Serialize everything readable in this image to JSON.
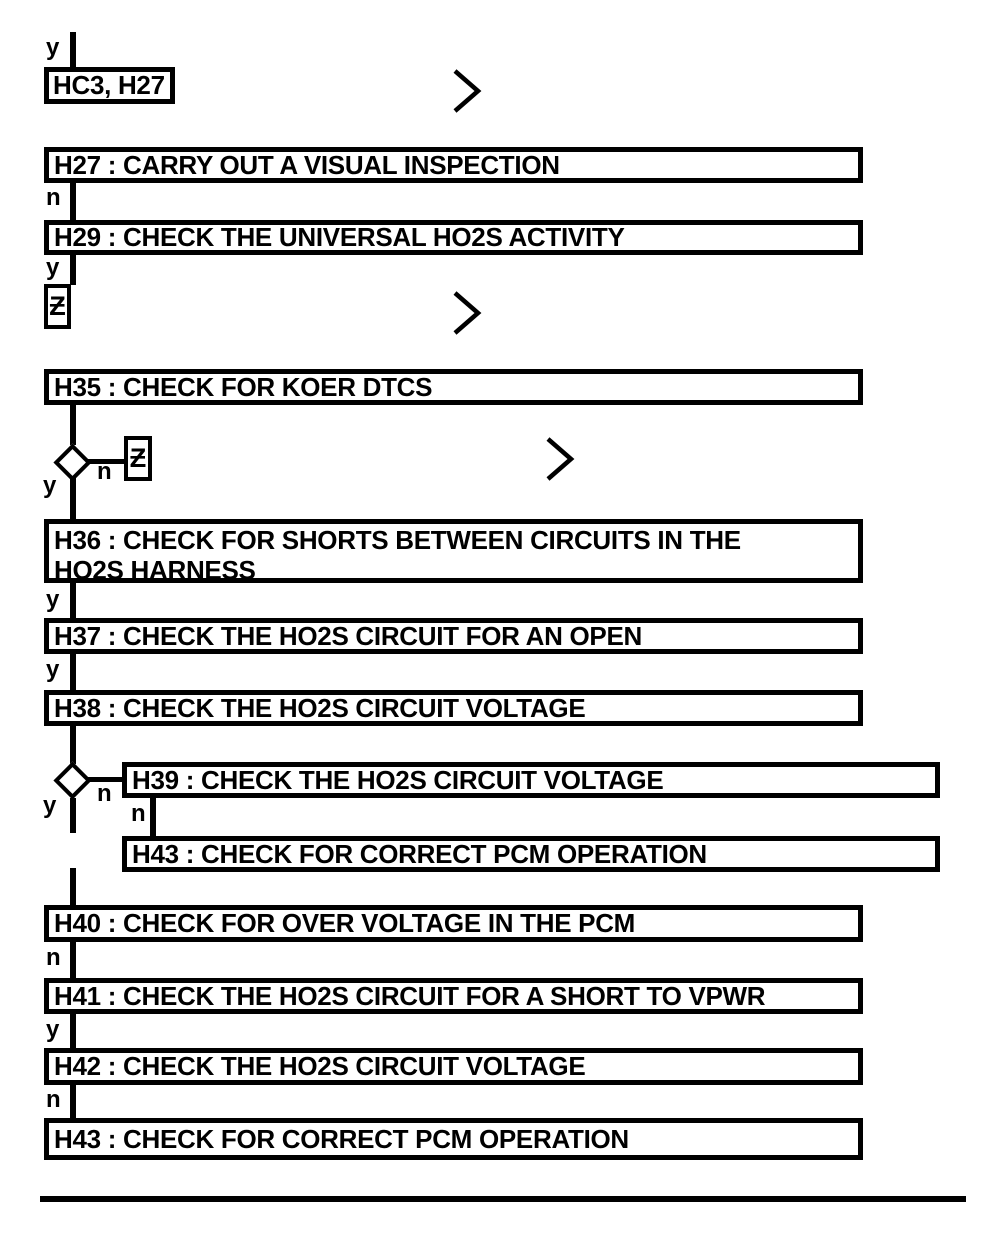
{
  "flow": {
    "yes": "y",
    "no": "n",
    "goto_symbol": "Ƶ",
    "entry_label": "HC3, H27",
    "h27": "H27 : CARRY OUT A VISUAL INSPECTION",
    "h29": "H29 : CHECK THE UNIVERSAL HO2S ACTIVITY",
    "h35": "H35 : CHECK FOR KOER DTCS",
    "h36_line1": "H36 : CHECK FOR SHORTS BETWEEN CIRCUITS IN THE",
    "h36_line2": "HO2S HARNESS",
    "h37": "H37 : CHECK THE HO2S CIRCUIT FOR AN OPEN",
    "h38": "H38 : CHECK THE HO2S CIRCUIT VOLTAGE",
    "h39": "H39 : CHECK THE HO2S CIRCUIT VOLTAGE",
    "h43_branch": "H43 : CHECK FOR CORRECT PCM OPERATION",
    "h40": "H40 : CHECK FOR OVER VOLTAGE IN THE PCM",
    "h41": "H41 : CHECK THE HO2S CIRCUIT FOR A SHORT TO VPWR",
    "h42": "H42 : CHECK THE HO2S CIRCUIT VOLTAGE",
    "h43_final": "H43 : CHECK FOR CORRECT PCM OPERATION",
    "colors": {
      "line": "#000000",
      "background": "#ffffff"
    }
  }
}
